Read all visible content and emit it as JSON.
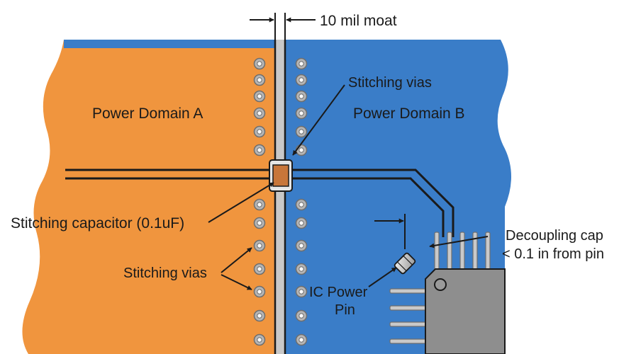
{
  "labels": {
    "moat": "10 mil moat",
    "domain_a": "Power Domain A",
    "domain_b": "Power Domain B",
    "stitching_vias_top": "Stitching vias",
    "stitching_capacitor": "Stitching capacitor (0.1uF)",
    "stitching_vias_left": "Stitching vias",
    "ic_power_line1": "IC Power",
    "ic_power_line2": "Pin",
    "decoupling_line1": "Decoupling cap",
    "decoupling_line2": "< 0.1 in from pin"
  },
  "colors": {
    "domain_a": "#f0953e",
    "domain_b": "#3a7dc8",
    "moat": "#c8c8c8",
    "outline": "#1a1a1a",
    "via_ring": "#8a8a8a",
    "ic_body": "#8e8e8e",
    "ic_pin": "#c9c9c9",
    "capacitor": "#c8763a"
  }
}
